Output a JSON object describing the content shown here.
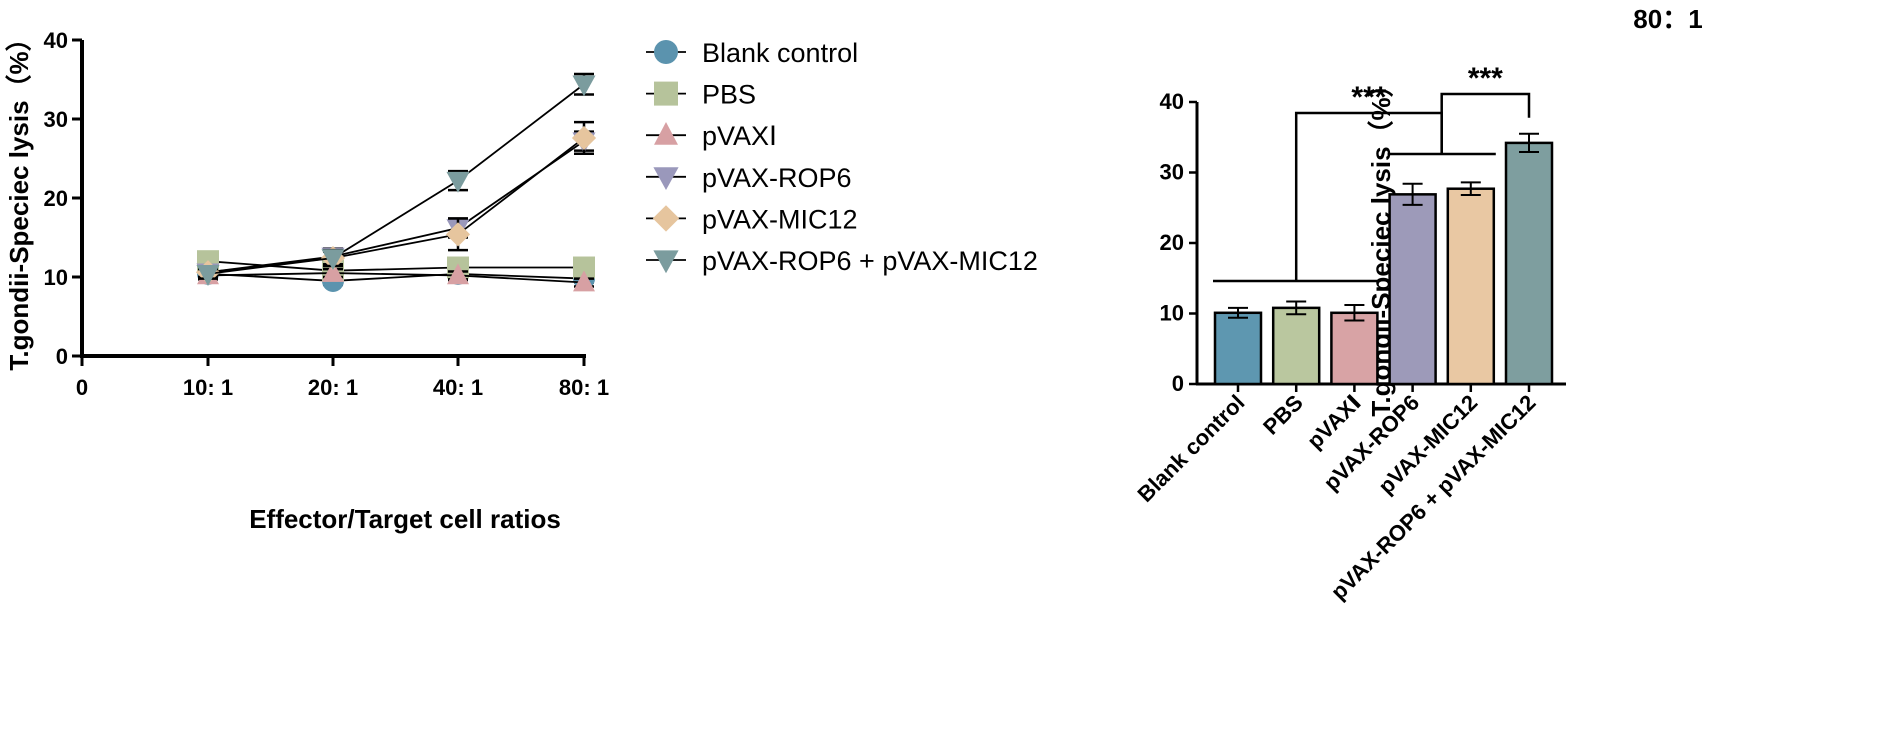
{
  "chart_data": [
    {
      "type": "line",
      "xlabel": "Effector/Target cell ratios",
      "ylabel": "T.gondii-Speciec lysis（%）",
      "x_origin_label": "0",
      "x": [
        "10: 1",
        "20: 1",
        "40: 1",
        "80: 1"
      ],
      "ylim": [
        0,
        40
      ],
      "yticks": [
        0,
        10,
        20,
        30,
        40
      ],
      "grid": false,
      "legend_position": "right",
      "series": [
        {
          "name": "Blank control",
          "marker": "circle",
          "color": "#5b93ae",
          "values": [
            10.4,
            9.5,
            10.4,
            9.8
          ],
          "errors": [
            0.5,
            0.5,
            0.8,
            0.5
          ]
        },
        {
          "name": "PBS",
          "marker": "square",
          "color": "#b6c39b",
          "values": [
            12.0,
            10.8,
            11.2,
            11.2
          ],
          "errors": [
            0.6,
            0.6,
            0.6,
            0.6
          ]
        },
        {
          "name": "pVAXⅠ",
          "marker": "triangle-up",
          "color": "#d7a0a3",
          "values": [
            10.2,
            10.5,
            10.2,
            9.3
          ],
          "errors": [
            0.5,
            0.5,
            0.5,
            0.5
          ]
        },
        {
          "name": "pVAX-ROP6",
          "marker": "triangle-down",
          "color": "#9a98bb",
          "values": [
            10.6,
            12.6,
            16.2,
            27.2
          ],
          "errors": [
            0.6,
            1.0,
            1.2,
            1.2
          ]
        },
        {
          "name": "pVAX-MIC12",
          "marker": "diamond",
          "color": "#e6c59e",
          "values": [
            10.6,
            12.4,
            15.4,
            27.6
          ],
          "errors": [
            0.6,
            0.8,
            2.0,
            2.0
          ]
        },
        {
          "name": "pVAX-ROP6 + pVAX-MIC12",
          "marker": "triangle-down",
          "color": "#7b9c9e",
          "values": [
            10.4,
            12.4,
            22.2,
            34.4
          ],
          "errors": [
            0.6,
            1.0,
            1.2,
            1.3
          ]
        }
      ]
    },
    {
      "type": "bar",
      "title": "80：1",
      "ylabel": "T.gondii-Speciec lysis（%）",
      "ylim": [
        0,
        40
      ],
      "yticks": [
        0,
        10,
        20,
        30,
        40
      ],
      "grid": false,
      "categories": [
        "Blank control",
        "PBS",
        "pVAXⅠ",
        "pVAX-ROP6",
        "pVAX-MIC12",
        "pVAX-ROP6 + pVAX-MIC12"
      ],
      "values": [
        10.1,
        10.8,
        10.1,
        26.9,
        27.7,
        34.2
      ],
      "errors": [
        0.7,
        0.9,
        1.1,
        1.5,
        0.9,
        1.3
      ],
      "colors": [
        "#5e97b0",
        "#bac79f",
        "#d8a3a5",
        "#9d9ab9",
        "#e9c8a3",
        "#7e9e9f"
      ],
      "significance": [
        {
          "label": "***",
          "from_group": [
            0,
            2
          ],
          "to_group": [
            3,
            4
          ]
        },
        {
          "label": "***",
          "from_group": [
            3,
            4
          ],
          "to_group": [
            5,
            5
          ]
        }
      ]
    }
  ]
}
